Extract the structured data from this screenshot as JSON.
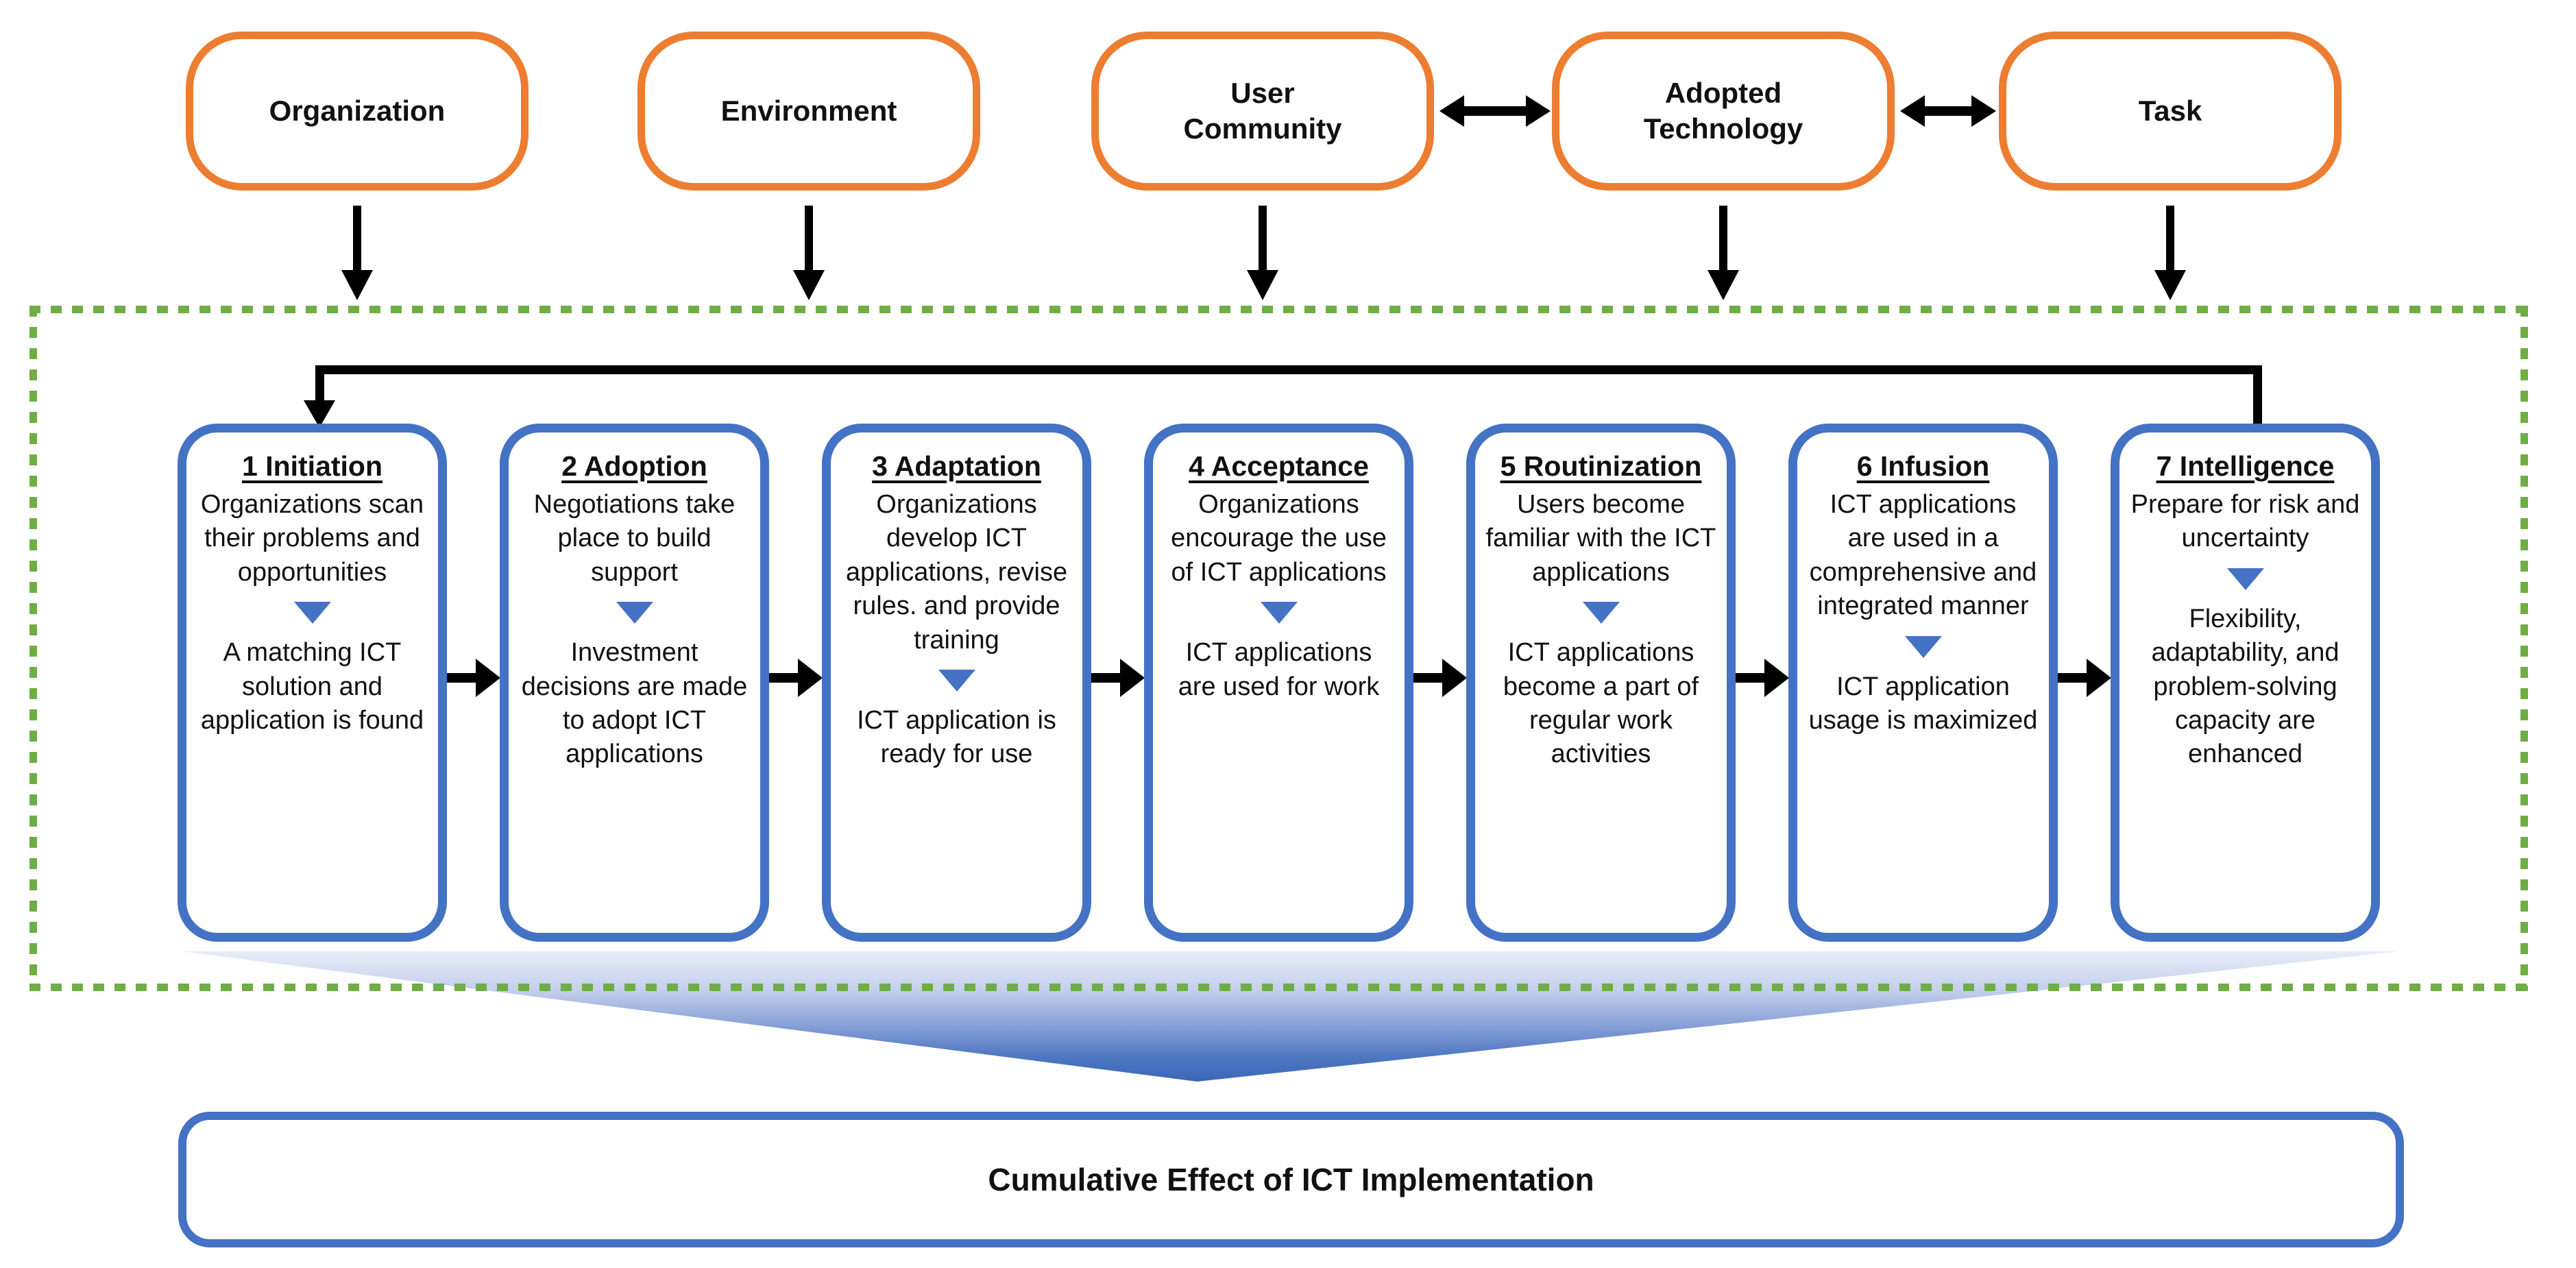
{
  "factors": {
    "items": [
      {
        "label": "Organization"
      },
      {
        "label": "Environment"
      },
      {
        "label": "User Community"
      },
      {
        "label": "Adopted Technology"
      },
      {
        "label": "Task"
      }
    ],
    "bidirectional_links": [
      [
        "User Community",
        "Adopted Technology"
      ],
      [
        "Adopted Technology",
        "Task"
      ]
    ]
  },
  "process": {
    "stages": [
      {
        "title": "1 Initiation",
        "phase1": "Organizations scan their problems and opportunities",
        "phase2": "A matching ICT solution and application is found"
      },
      {
        "title": "2 Adoption",
        "phase1": "Negotiations take place to build support",
        "phase2": "Investment decisions are made to adopt ICT applications"
      },
      {
        "title": "3 Adaptation",
        "phase1": "Organizations develop ICT applications, revise rules. and provide training",
        "phase2": "ICT application is ready for use"
      },
      {
        "title": "4 Acceptance",
        "phase1": "Organizations encourage the use of ICT applications",
        "phase2": "ICT applications are used for work"
      },
      {
        "title": "5 Routinization",
        "phase1": "Users become familiar with the ICT applications",
        "phase2": "ICT applications become a part of regular work activities"
      },
      {
        "title": "6 Infusion",
        "phase1": "ICT applications are used in a comprehensive and integrated manner",
        "phase2": "ICT application usage is maximized"
      },
      {
        "title": "7 Intelligence",
        "phase1": "Prepare for risk and uncertainty",
        "phase2": "Flexibility, adaptability, and problem-solving capacity are enhanced"
      }
    ],
    "feedback_loop": {
      "from": "7 Intelligence",
      "to": "1 Initiation"
    }
  },
  "outcome": {
    "label": "Cumulative Effect of ICT Implementation"
  },
  "colors": {
    "factor_border": "#ED7D31",
    "stage_border": "#4472C4",
    "frame_dotted": "#6FAD46",
    "arrow_black": "#000000",
    "phase_triangle": "#4472C4",
    "funnel_top": "#E8EDF8",
    "funnel_bottom": "#3A67B7"
  }
}
